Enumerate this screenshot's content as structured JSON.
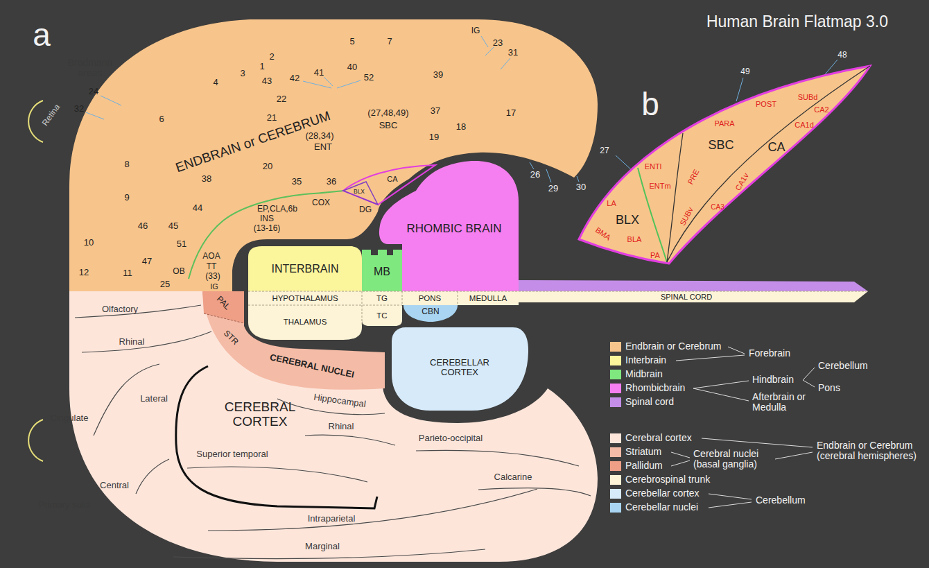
{
  "diagram": {
    "title": "Human Brain Flatmap 3.0",
    "nodes": [
      {
        "text": [
          "ENDBRAIN or CEREBRUM"
        ]
      },
      {
        "text": [
          "INTERBRAIN"
        ]
      },
      {
        "text": [
          "MB"
        ]
      },
      {
        "text": [
          "RHOMBIC BRAIN"
        ]
      },
      {
        "text": [
          "HYPOTHALAMUS"
        ]
      },
      {
        "text": [
          "TG"
        ]
      },
      {
        "text": [
          "PONS"
        ]
      },
      {
        "text": [
          "MEDULLA"
        ]
      },
      {
        "text": [
          "SPINAL CORD"
        ]
      },
      {
        "text": [
          "THALAMUS"
        ]
      },
      {
        "text": [
          "TC"
        ]
      },
      {
        "text": [
          "CBN"
        ]
      },
      {
        "text": [
          "CEREBELLAR CORTEX"
        ]
      },
      {
        "text": [
          "CEREBRAL NUCLEI"
        ]
      },
      {
        "text": [
          "CEREBRAL CORTEX"
        ]
      }
    ],
    "labels": [
      "a",
      "Brodmann areas",
      "Retina",
      "24",
      "32",
      "5",
      "7",
      "2",
      "1",
      "3",
      "4",
      "43",
      "42",
      "41",
      "40",
      "52",
      "39",
      "IG",
      "23",
      "31",
      "22",
      "6",
      "21",
      "37",
      "17",
      "18",
      "19",
      "8",
      "20",
      "38",
      "35",
      "36",
      "9",
      "44",
      "45",
      "46",
      "51",
      "10",
      "47",
      "11",
      "12",
      "25",
      "26",
      "29",
      "30",
      "(27,48,49)",
      "SBC",
      "(28,34)",
      "ENT",
      "BLX",
      "CA",
      "COX",
      "DG",
      "EP,CLA,6b",
      "INS",
      "(13-16)",
      "AOA",
      "TT",
      "(33)",
      "OB",
      "IG",
      "PAL",
      "STR",
      "Olfactory",
      "Rhinal",
      "Lateral",
      "Cingulate",
      "Hippocampal",
      "Rhinal",
      "Superior temporal",
      "Parieto-occipital",
      "Central",
      "Calcarine",
      "Primary sulci",
      "Intraparietal",
      "Marginal",
      "b",
      "27",
      "49",
      "48",
      "ENTl",
      "ENTm",
      "POST",
      "PARA",
      "SUBd",
      "SBC",
      "PRE",
      "CA1d",
      "CA2",
      "CA",
      "CA1v",
      "CA3",
      "LA",
      "BLX",
      "SUBv",
      "BMA",
      "BLA",
      "PA",
      "Forebrain",
      "Hindbrain",
      "Afterbrain or Medulla",
      "Cerebellum",
      "Pons",
      "Cerebral nuclei (basal ganglia)",
      "Endbrain or Cerebrum (cerebral hemispheres)",
      "Cerebellum"
    ],
    "legend": [
      {
        "text": "Endbrain or Cerebrum",
        "color": "#f7c48b"
      },
      {
        "text": "Interbrain",
        "color": "#fbf59c"
      },
      {
        "text": "Midbrain",
        "color": "#7fe87f"
      },
      {
        "text": "Rhombicbrain",
        "color": "#f57ef0"
      },
      {
        "text": "Spinal cord",
        "color": "#c48ee8"
      },
      {
        "text": "Cerebral cortex",
        "color": "#fde5da"
      },
      {
        "text": "Striatum",
        "color": "#f4bba6"
      },
      {
        "text": "Pallidum",
        "color": "#ee9f86"
      },
      {
        "text": "Cerebrospinal trunk",
        "color": "#fdf3d6"
      },
      {
        "text": "Cerebellar cortex",
        "color": "#d6eafa"
      },
      {
        "text": "Cerebellar nuclei",
        "color": "#a9d5f2"
      }
    ]
  }
}
